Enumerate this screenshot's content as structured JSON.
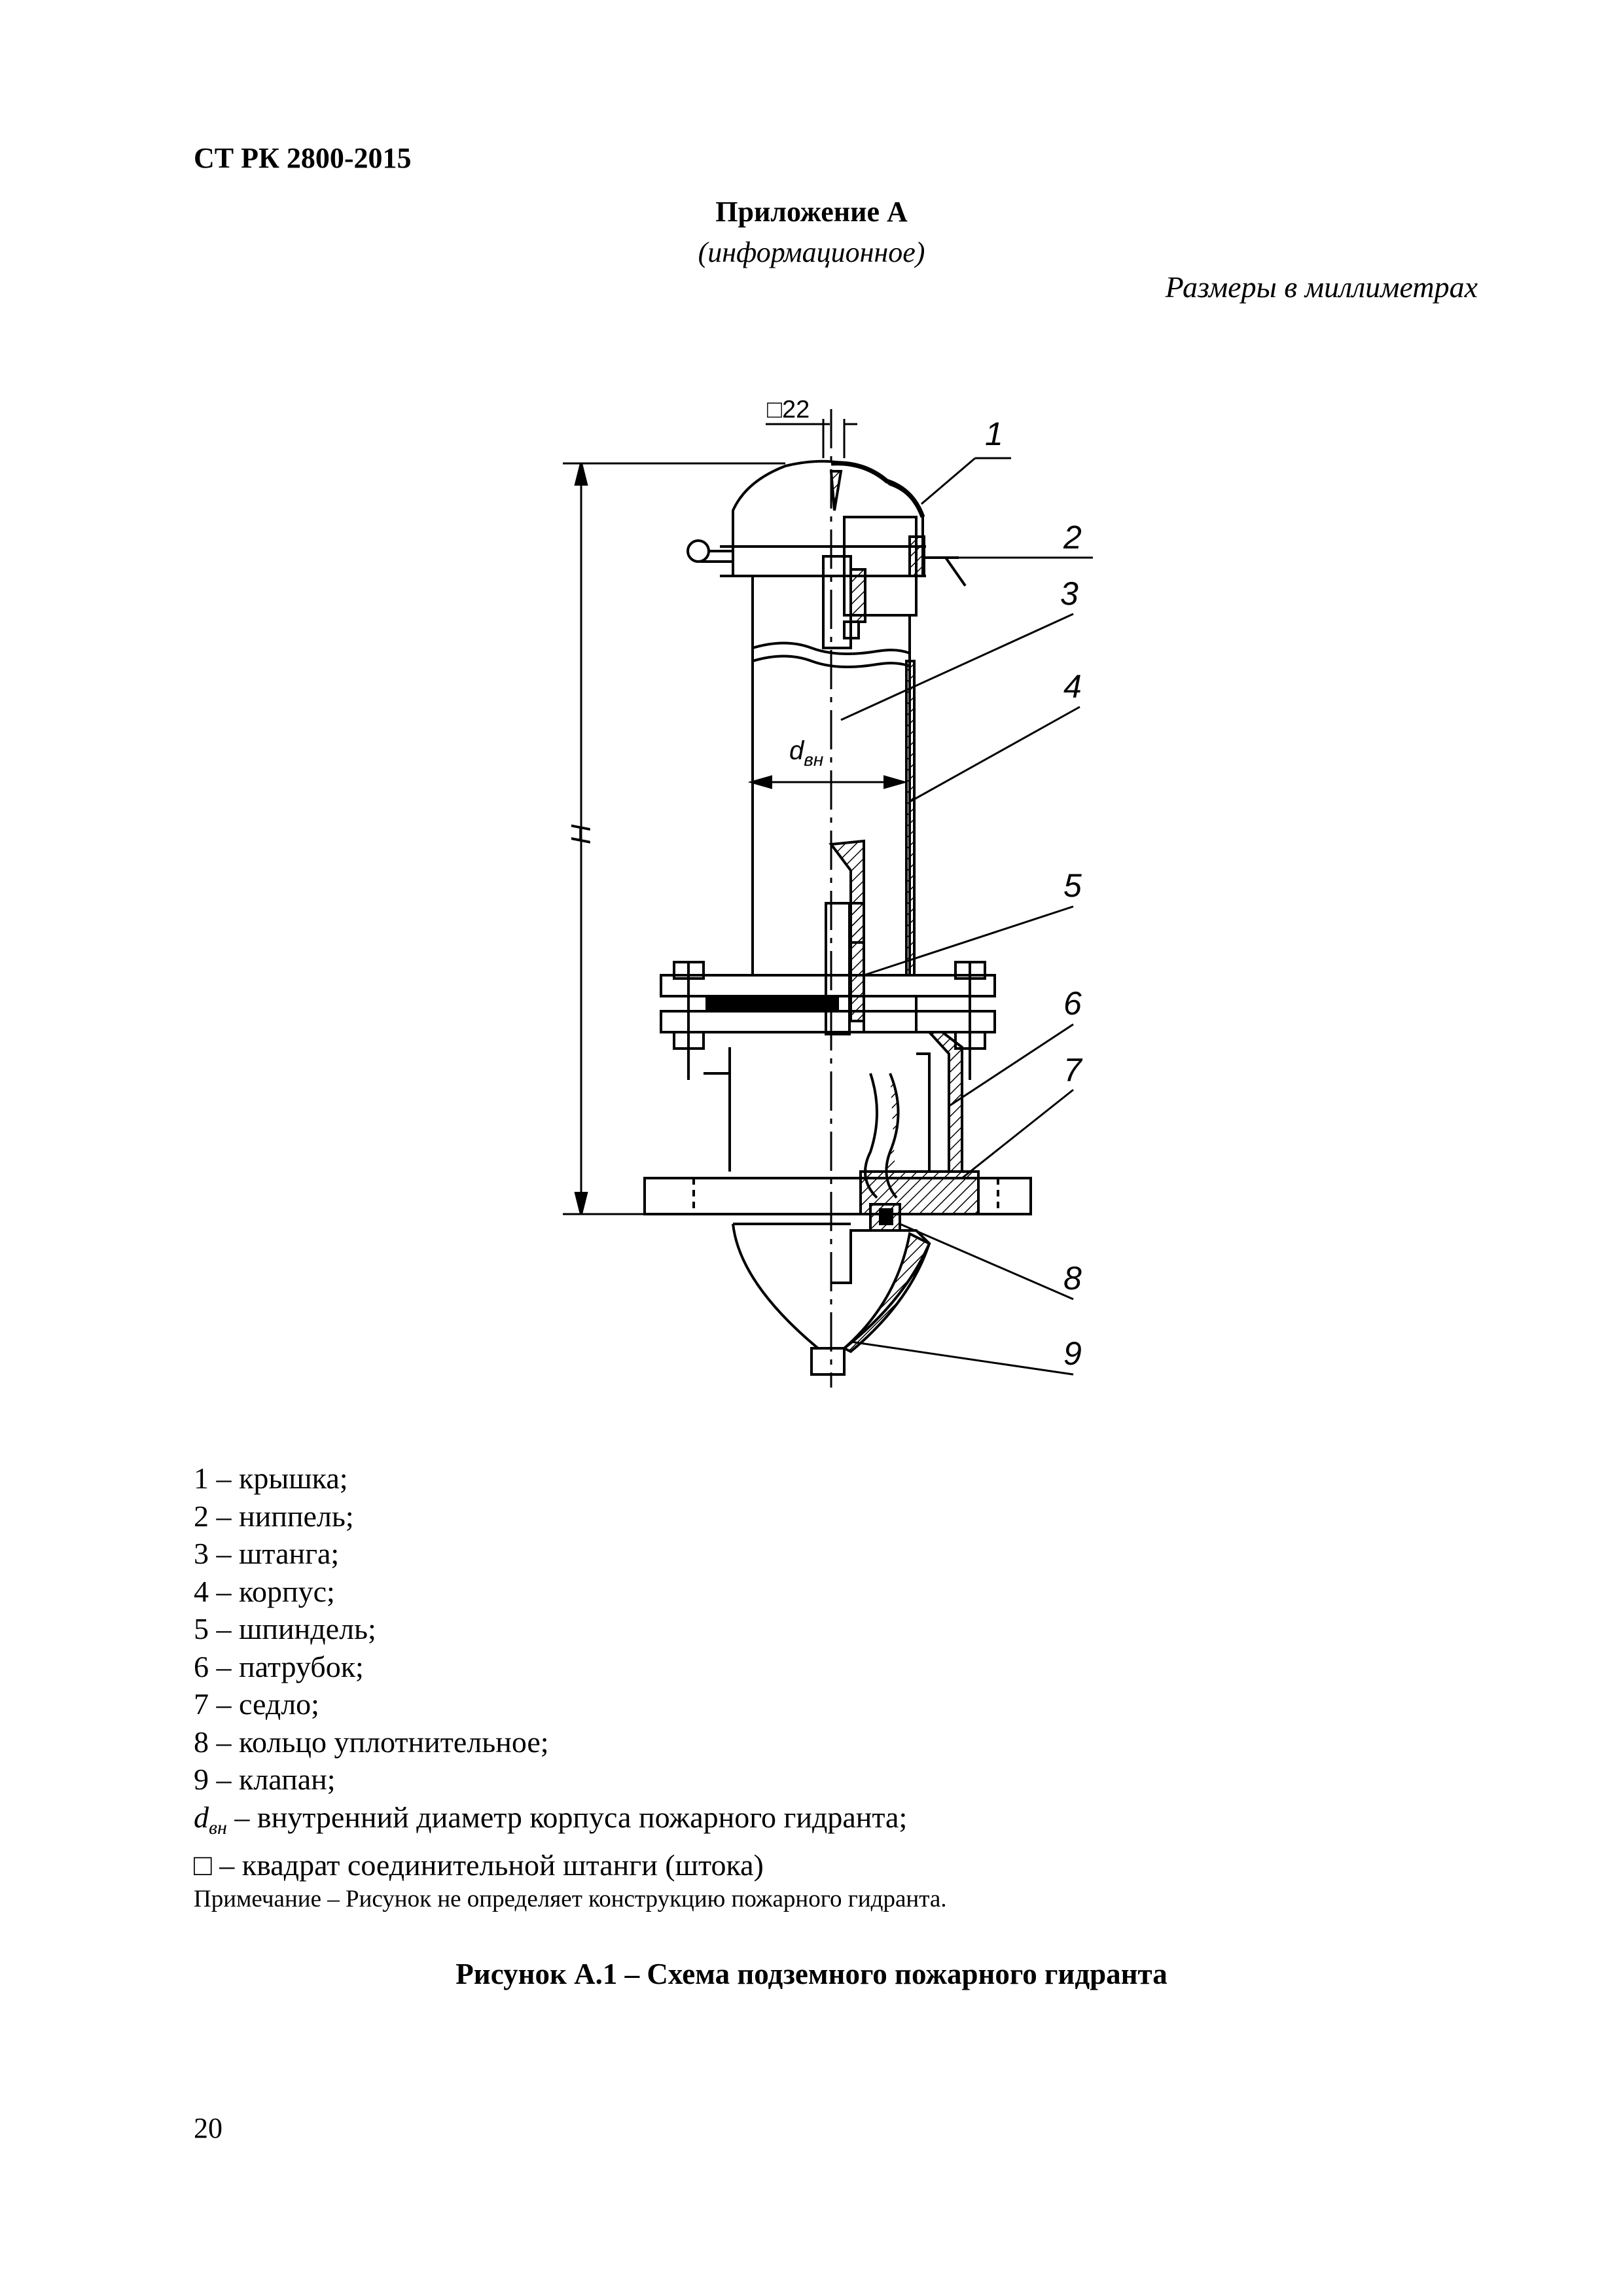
{
  "header": {
    "doc_code": "СТ РК 2800-2015"
  },
  "appendix": {
    "title": "Приложение А",
    "subtitle": "(информационное)",
    "units_note": "Размеры в миллиметрах"
  },
  "drawing": {
    "square_label": "□22",
    "height_label": "H",
    "diameter_label": "d",
    "diameter_sub": "вн",
    "callouts": [
      "1",
      "2",
      "3",
      "4",
      "5",
      "6",
      "7",
      "8",
      "9"
    ]
  },
  "legend": [
    {
      "key": "1",
      "sep": " – ",
      "text": "крышка;"
    },
    {
      "key": "2",
      "sep": " – ",
      "text": "ниппель;"
    },
    {
      "key": "3",
      "sep": " – ",
      "text": "штанга;"
    },
    {
      "key": "4",
      "sep": " – ",
      "text": "корпус;"
    },
    {
      "key": "5",
      "sep": " – ",
      "text": "шпиндель;"
    },
    {
      "key": "6",
      "sep": " – ",
      "text": "патрубок;"
    },
    {
      "key": "7",
      "sep": " – ",
      "text": "седло;"
    },
    {
      "key": "8",
      "sep": " – ",
      "text": "кольцо уплотнительное;"
    },
    {
      "key": "9",
      "sep": " – ",
      "text": "клапан;"
    }
  ],
  "legend_dvn": {
    "symbol": "d",
    "sub": "вн",
    "text": " – внутренний диаметр корпуса пожарного гидранта;"
  },
  "legend_square": {
    "symbol": "□",
    "text": " – квадрат соединительной штанги (штока)"
  },
  "note": "Примечание – Рисунок не определяет конструкцию пожарного гидранта.",
  "caption": "Рисунок А.1 – Схема подземного пожарного гидранта",
  "page_number": "20"
}
